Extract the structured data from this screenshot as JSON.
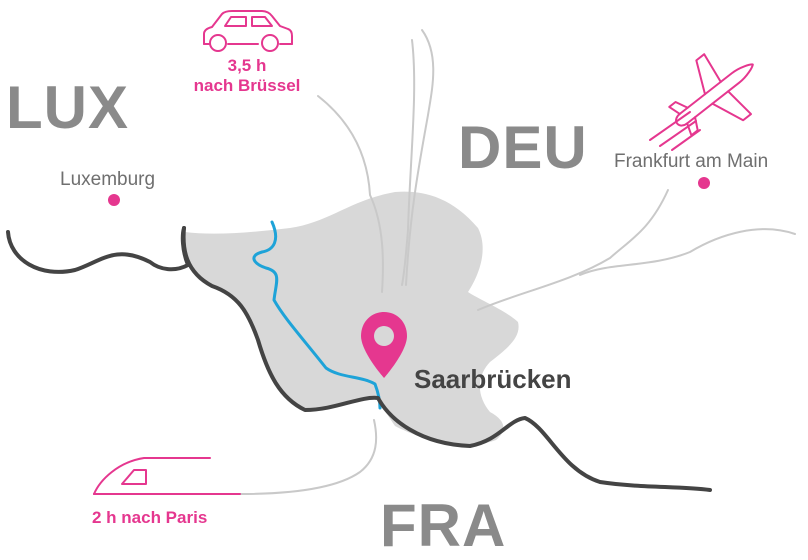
{
  "countries": {
    "lux": "LUX",
    "deu": "DEU",
    "fra": "FRA"
  },
  "cities": {
    "luxemburg": "Luxemburg",
    "frankfurt": "Frankfurt am Main",
    "saarbruecken": "Saarbrücken"
  },
  "travel": {
    "car_line1": "3,5 h",
    "car_line2": "nach Brüssel",
    "train": "2 h nach Paris"
  },
  "icons": {
    "car": "car-icon",
    "plane": "airplane-icon",
    "train": "high-speed-train-icon",
    "pin": "map-pin-icon"
  },
  "colors": {
    "accent": "#e5378f",
    "region_fill": "#d8d8d8",
    "border": "#444444",
    "river": "#1ea3d8",
    "route": "#c9c9c9",
    "country_label": "#8a8a8a"
  }
}
